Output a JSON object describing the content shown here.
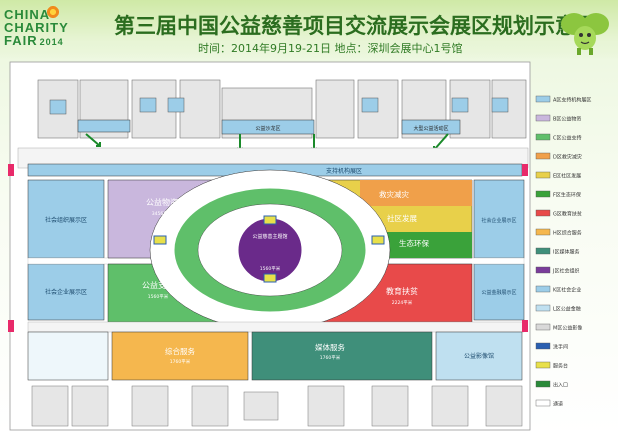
{
  "logo": {
    "line1": "CHINA",
    "line2": "CHARITY",
    "line3": "FAIR",
    "year": "2014"
  },
  "header": {
    "title": "第三届中国公益慈善项目交流展示会展区规划示意图",
    "subtitle": "时间：2014年9月19-21日   地点：深圳会展中心1号馆"
  },
  "zones": {
    "top_band": "支持机构展区",
    "public_goods": "公益物资",
    "public_goods_sub": "3456平米",
    "public_support": "公益支持",
    "public_support_sub": "1560平米",
    "disaster": "救灾减灾",
    "community": "社区发展",
    "eco": "生态环保",
    "education": "教育扶贫",
    "education_sub": "2224平米",
    "comprehensive": "综合服务",
    "comprehensive_sub": "1760平米",
    "media": "媒体服务",
    "media_sub": "1760平米",
    "film": "公益影像馆",
    "left_top": "社会组织展示区",
    "left_bottom": "社会企业展示区",
    "right_top": "社会企业展示区",
    "right_bottom": "公益金融展示区",
    "center": "公益慈善主题馆",
    "center_sub": "1560平米",
    "top_room": "公益沙龙区",
    "top_room_right": "大型公益活动区"
  },
  "legend": {
    "items": [
      {
        "label": "A区支持机构展区",
        "color": "#9ccde8"
      },
      {
        "label": "B区公益物资",
        "color": "#c9b7dd"
      },
      {
        "label": "C区公益支持",
        "color": "#5fbf6a"
      },
      {
        "label": "D区救灾减灾",
        "color": "#f0a04a"
      },
      {
        "label": "E区社区发展",
        "color": "#e8d04a"
      },
      {
        "label": "F区生态环保",
        "color": "#3aa23a"
      },
      {
        "label": "G区教育扶贫",
        "color": "#e84a4a"
      },
      {
        "label": "H区综合服务",
        "color": "#f5b74e"
      },
      {
        "label": "I区媒体服务",
        "color": "#3f8f7a"
      },
      {
        "label": "J区社会组织",
        "color": "#7a3c9a"
      },
      {
        "label": "K区社会企业",
        "color": "#9ccde8"
      },
      {
        "label": "L区公益金融",
        "color": "#bfe0f0"
      },
      {
        "label": "M区公益影像",
        "color": "#d9d9d9"
      },
      {
        "label": "洗手间",
        "color": "#2a5fb0"
      },
      {
        "label": "服务台",
        "color": "#e8e04a"
      },
      {
        "label": "出入口",
        "color": "#2a8a3a"
      },
      {
        "label": "通道",
        "color": "#ffffff"
      }
    ]
  },
  "colors": {
    "sky": "#9ccde8",
    "lavender": "#c9b7dd",
    "green": "#5fbf6a",
    "red": "#e84a4a",
    "orange": "#f5b74e",
    "teal": "#3f8f7a",
    "purple": "#6a2a8a",
    "title_green": "#2b6d1f"
  }
}
